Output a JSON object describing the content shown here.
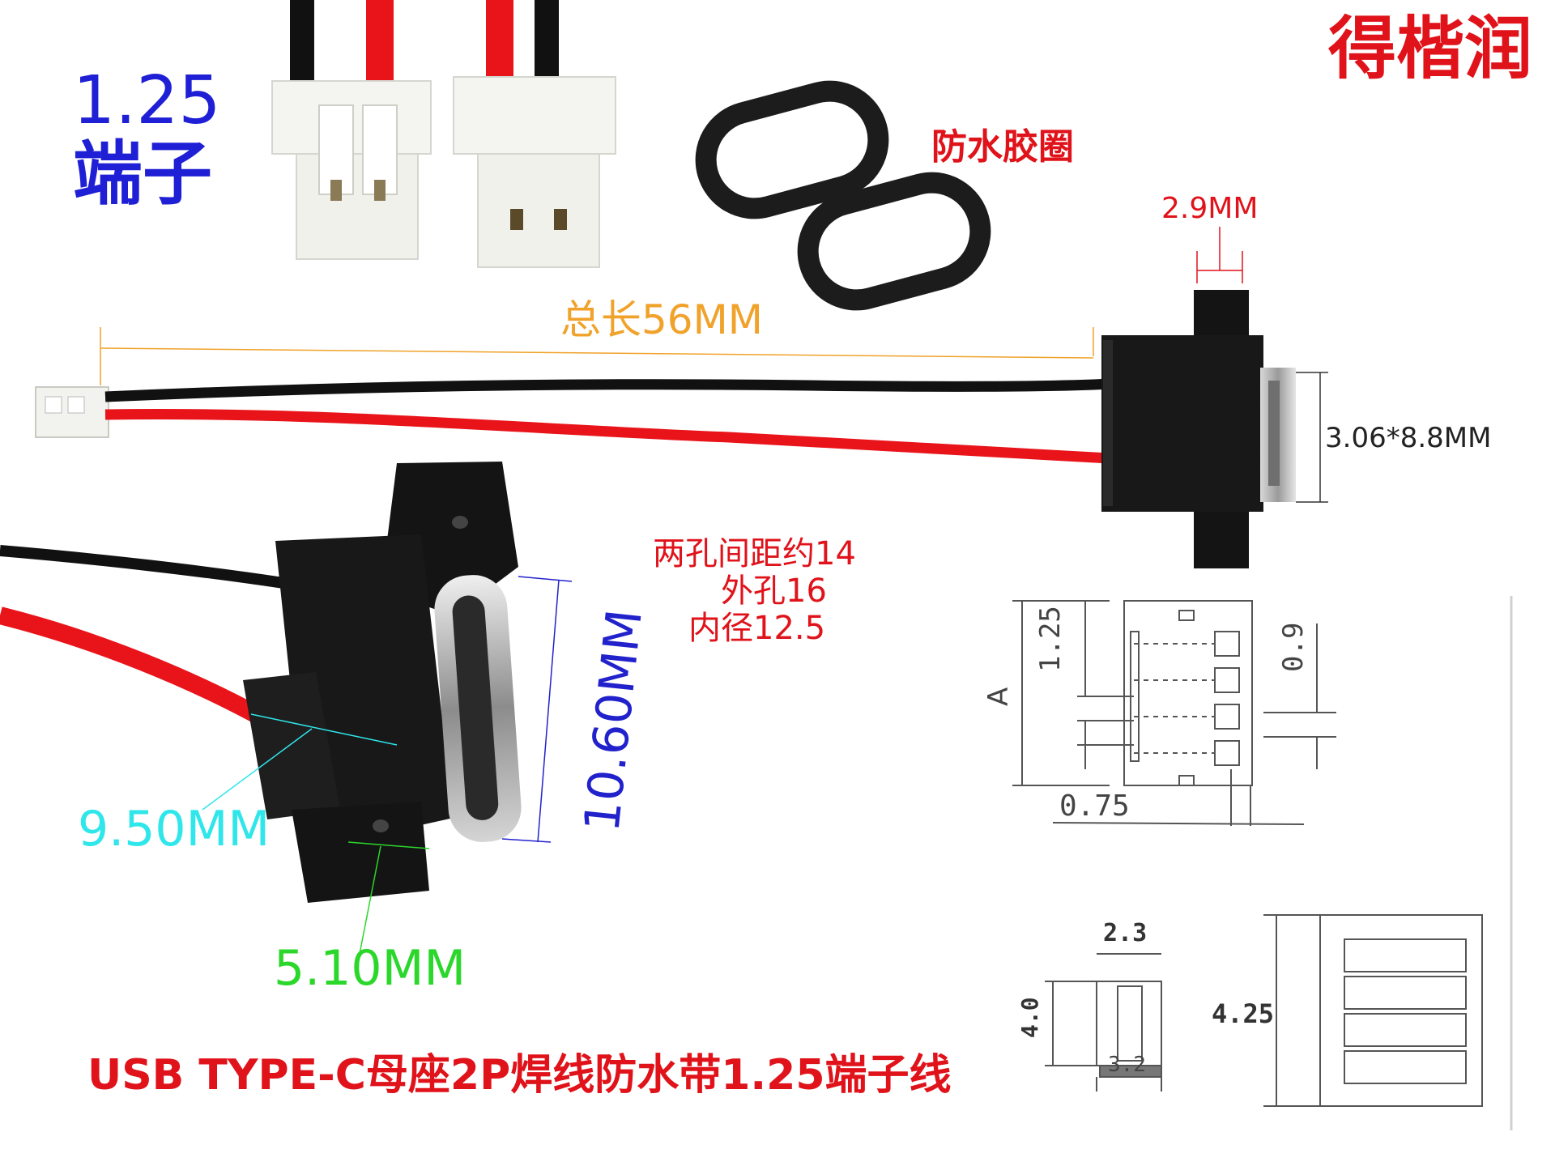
{
  "brand": "得楷润",
  "terminal": {
    "size": "1.25",
    "word": "端子"
  },
  "seal_ring": "防水胶圈",
  "dims": {
    "total_length": "总长56MM",
    "width_2_9": "2.9MM",
    "port_size": "3.06*8.8MM",
    "width_9_50": "9.50MM",
    "height_10_60": "10.60MM",
    "hole_5_10": "5.10MM"
  },
  "holes": {
    "spacing": "两孔间距约14",
    "outer": "外孔16",
    "inner": "内径12.5"
  },
  "drawing": {
    "pitch": "1.25",
    "pin_w": "0.9",
    "overall": "A",
    "edge": "0.75",
    "depth": "2.3",
    "height": "4.0",
    "base": "3.2",
    "width": "4.25"
  },
  "product_title": "USB TYPE-C母座2P焊线防水带1.25端子线",
  "colors": {
    "brand_red": "#e0121a",
    "terminal_blue": "#1f1fd6",
    "dim_orange": "#f0a22a",
    "dim_cyan": "#2fe6ea",
    "dim_green": "#2ad72a",
    "dim_blue": "#2222cc",
    "wire_red": "#e8141a",
    "wire_black": "#111111"
  }
}
